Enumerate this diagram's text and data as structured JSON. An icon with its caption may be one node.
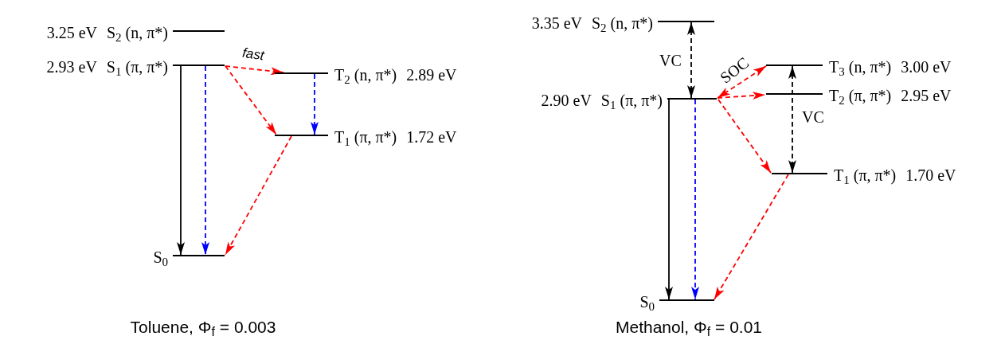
{
  "diagram": {
    "nodes": [
      {
        "text": [],
        "shape": "bar",
        "beside": [
          "3.25 eV",
          "S$_{2}$ (n, π*)"
        ]
      },
      {
        "text": [],
        "shape": "bar",
        "beside": [
          "2.93 eV",
          "S$_{1}$ (π, π*)"
        ]
      },
      {
        "text": [],
        "shape": "bar",
        "beside": [
          "T$_{2}$ (n, π*)",
          "2.89 eV"
        ]
      },
      {
        "text": [],
        "shape": "bar",
        "beside": [
          "T$_{1}$ (π, π*)",
          "1.72 eV"
        ]
      },
      {
        "text": [],
        "shape": "bar",
        "beside": [
          "S$_{0}$"
        ]
      },
      {
        "text": [],
        "shape": "bar",
        "beside": [
          "3.35 eV",
          "S$_{2}$ (n, π*)"
        ]
      },
      {
        "text": [],
        "shape": "bar",
        "beside": [
          "2.90 eV",
          "S$_{1}$ (π, π*)"
        ]
      },
      {
        "text": [],
        "shape": "bar",
        "beside": [
          "T$_{3}$ (n, π*)",
          "3.00 eV"
        ]
      },
      {
        "text": [],
        "shape": "bar",
        "beside": [
          "T$_{2}$ (π, π*)",
          "2.95 eV"
        ]
      },
      {
        "text": [],
        "shape": "bar",
        "beside": [
          "T$_{1}$ (π, π*)",
          "1.70 eV"
        ]
      },
      {
        "text": [],
        "shape": "bar",
        "beside": [
          "S$_{0}$"
        ]
      }
    ],
    "edges": [
      {
        "from": 1,
        "to": 4,
        "arrow": "to",
        "color": "#000000"
      },
      {
        "from": 1,
        "to": 4,
        "arrow": "to",
        "style": "dashed",
        "color": "#0000ff"
      },
      {
        "from": 1,
        "to": 2,
        "arrow": "to",
        "style": "dashed",
        "color": "#ff0000",
        "label": "fast"
      },
      {
        "from": 1,
        "to": 3,
        "arrow": "to",
        "style": "dashed",
        "color": "#ff0000"
      },
      {
        "from": 2,
        "to": 3,
        "arrow": "to",
        "style": "dashed",
        "color": "#0000ff"
      },
      {
        "from": 3,
        "to": 4,
        "arrow": "to",
        "style": "dashed",
        "color": "#ff0000"
      },
      {
        "from": 5,
        "to": 6,
        "arrow": "both",
        "style": "dashed",
        "color": "#000000",
        "label": "VC"
      },
      {
        "from": 6,
        "to": 7,
        "arrow": "both",
        "style": "dashed",
        "color": "#ff0000",
        "label": "SOC"
      },
      {
        "from": 6,
        "to": 8,
        "arrow": "to",
        "style": "dashed",
        "color": "#ff0000"
      },
      {
        "from": 6,
        "to": 9,
        "arrow": "to",
        "style": "dashed",
        "color": "#ff0000"
      },
      {
        "from": 7,
        "to": 9,
        "arrow": "both",
        "style": "dashed",
        "color": "#000000",
        "label": "VC"
      },
      {
        "from": 6,
        "to": 10,
        "arrow": "to",
        "color": "#000000"
      },
      {
        "from": 6,
        "to": 10,
        "arrow": "to",
        "style": "dashed",
        "color": "#0000ff"
      },
      {
        "from": 9,
        "to": 10,
        "arrow": "to",
        "style": "dashed",
        "color": "#ff0000"
      }
    ],
    "labels": [
      "Toluene, Φ$_{f}$ = 0.003",
      "Methanol, Φ$_{f}$ = 0.01"
    ]
  }
}
